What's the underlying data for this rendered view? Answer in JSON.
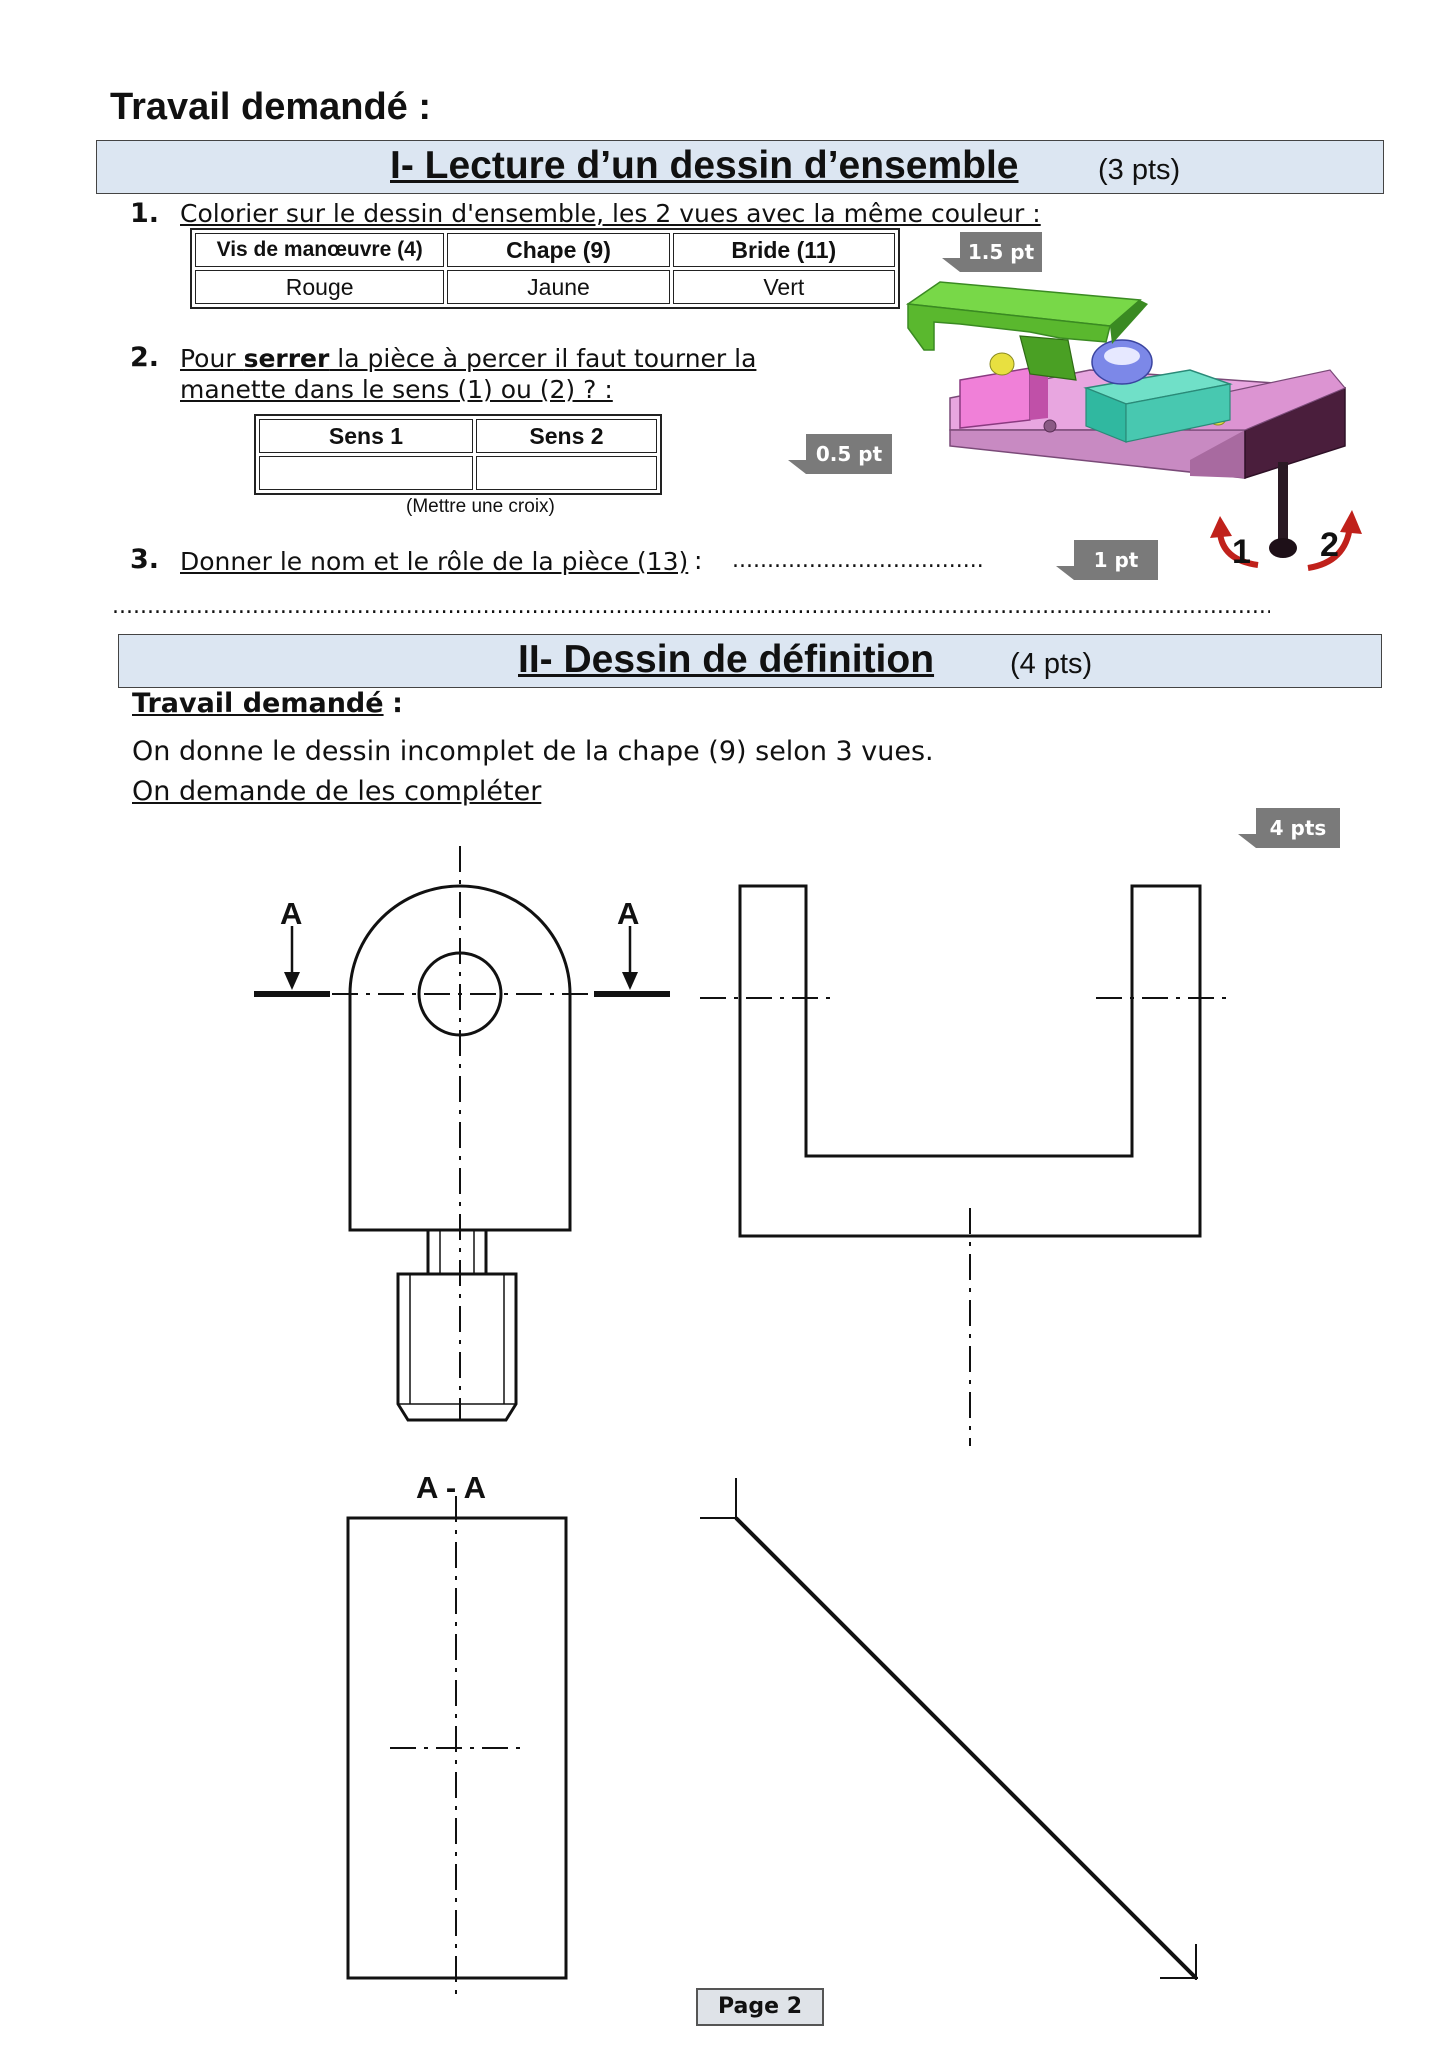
{
  "header": {
    "title": "Travail demandé :"
  },
  "section1": {
    "title": "I- Lecture d’un dessin d’ensemble",
    "points": "(3 pts)",
    "q1": {
      "num": "1.",
      "text": "Colorier sur le dessin d'ensemble, les 2 vues avec la même couleur :",
      "badge": "1.5 pt",
      "table": {
        "headers": [
          "Vis de manœuvre  (4)",
          "Chape  (9)",
          "Bride  (11)"
        ],
        "colors": [
          "Rouge",
          "Jaune",
          "Vert"
        ]
      }
    },
    "q2": {
      "num": "2.",
      "text_pre": "Pour ",
      "text_bold": "serrer",
      "text_post": " la pièce à percer il faut tourner la",
      "text_line2": "manette dans le sens (1) ou (2) ? :",
      "badge": "0.5 pt",
      "table": {
        "headers": [
          "Sens 1",
          "Sens 2"
        ]
      },
      "note": "(Mettre une croix)"
    },
    "q3": {
      "num": "3.",
      "text": "Donner le nom et le rôle de la pièce (13)",
      "colon": ":",
      "dots": "....................................",
      "badge": "1 pt",
      "dots_line": "....................................................................................................................................................................................."
    },
    "illustration": {
      "arrow1_label": "1",
      "arrow2_label": "2"
    }
  },
  "section2": {
    "title": "II- Dessin de définition",
    "points": "(4 pts)",
    "work_label": "Travail demandé",
    "work_colon": ":",
    "line1": "On donne le dessin incomplet de la chape (9) selon 3 vues.",
    "line2": "On demande de les compléter",
    "badge": "4 pts",
    "drawing": {
      "section_mark_left": "A",
      "section_mark_right": "A",
      "section_label": "A - A"
    }
  },
  "footer": {
    "page": "Page 2"
  },
  "colors": {
    "section_bg": "#dce6f2",
    "badge_bg": "#7a7a7a",
    "arrow_red": "#c0211b"
  }
}
